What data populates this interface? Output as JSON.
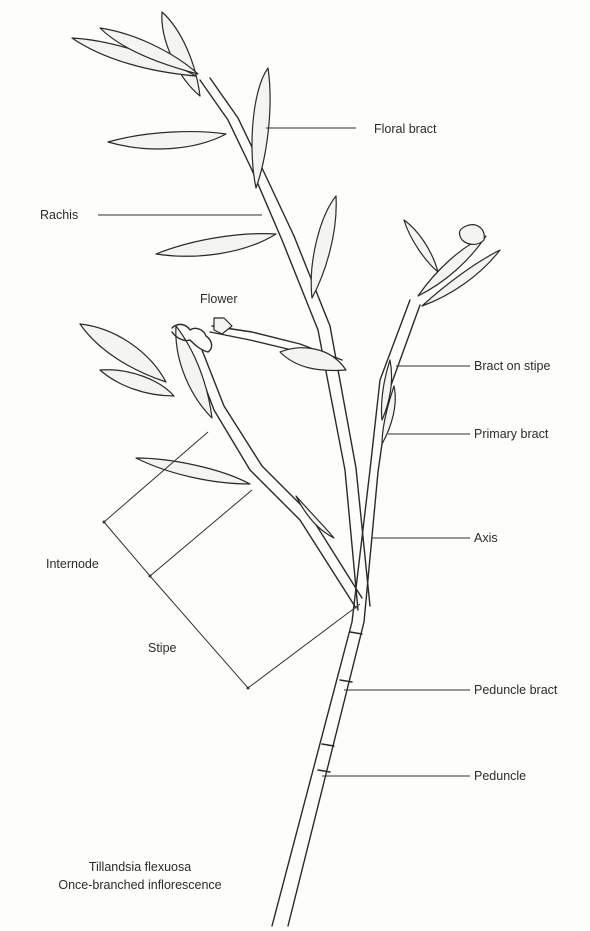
{
  "labels": {
    "floral_bract": "Floral bract",
    "rachis": "Rachis",
    "flower": "Flower",
    "bract_on_stipe": "Bract on stipe",
    "primary_bract": "Primary bract",
    "axis": "Axis",
    "internode": "Internode",
    "stipe": "Stipe",
    "peduncle_bract": "Peduncle bract",
    "peduncle": "Peduncle"
  },
  "caption": {
    "species": "Tillandsia flexuosa",
    "description": "Once-branched inflorescence"
  },
  "colors": {
    "ink": "#2a2a2a",
    "paper": "#fdfdfb"
  }
}
